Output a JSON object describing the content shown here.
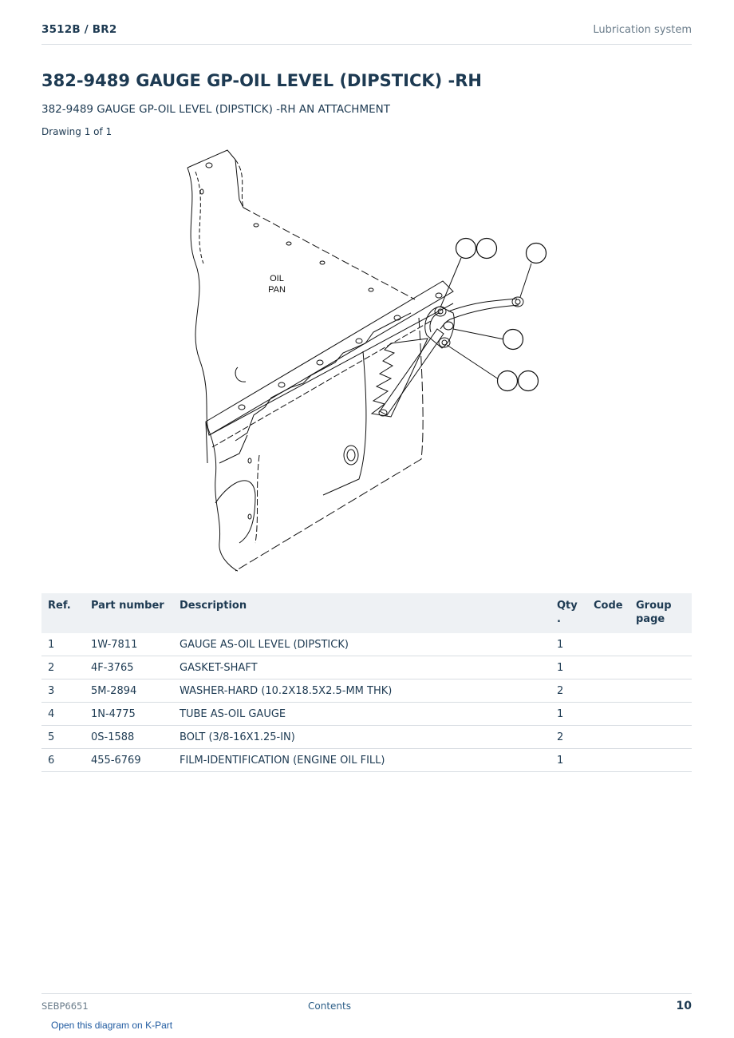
{
  "header": {
    "model": "3512B  /  BR2",
    "section": "Lubrication system"
  },
  "title": "382-9489 GAUGE GP-OIL LEVEL (DIPSTICK) -RH",
  "subtitle": "382-9489 GAUGE GP-OIL LEVEL (DIPSTICK) -RH AN ATTACHMENT",
  "drawing_label": "Drawing 1 of 1",
  "diagram": {
    "label_line1": "OIL",
    "label_line2": "PAN",
    "icon": "oil-pan-dipstick-line-drawing"
  },
  "table": {
    "headers": {
      "ref": "Ref.",
      "part_number": "Part number",
      "description": "Description",
      "qty_line1": "Qty",
      "qty_line2": ".",
      "code": "Code",
      "group_line1": "Group",
      "group_line2": "page"
    },
    "rows": [
      {
        "ref": "1",
        "part_number": "1W-7811",
        "description": "GAUGE AS-OIL LEVEL (DIPSTICK)",
        "qty": "1",
        "code": "",
        "group_page": ""
      },
      {
        "ref": "2",
        "part_number": "4F-3765",
        "description": "GASKET-SHAFT",
        "qty": "1",
        "code": "",
        "group_page": ""
      },
      {
        "ref": "3",
        "part_number": "5M-2894",
        "description": "WASHER-HARD (10.2X18.5X2.5-MM THK)",
        "qty": "2",
        "code": "",
        "group_page": ""
      },
      {
        "ref": "4",
        "part_number": "1N-4775",
        "description": "TUBE AS-OIL GAUGE",
        "qty": "1",
        "code": "",
        "group_page": ""
      },
      {
        "ref": "5",
        "part_number": "0S-1588",
        "description": "BOLT (3/8-16X1.25-IN)",
        "qty": "2",
        "code": "",
        "group_page": ""
      },
      {
        "ref": "6",
        "part_number": "455-6769",
        "description": "FILM-IDENTIFICATION (ENGINE OIL FILL)",
        "qty": "1",
        "code": "",
        "group_page": ""
      }
    ]
  },
  "footer": {
    "doc_id": "SEBP6651",
    "contents_link": "Contents",
    "page_number": "10",
    "kpart_link": "Open this diagram on K-Part"
  },
  "colors": {
    "text": "#1d3a52",
    "muted": "#6a7c8a",
    "link": "#1f5aa0",
    "header_bg": "#eef1f4",
    "rule": "#d8dde2"
  }
}
